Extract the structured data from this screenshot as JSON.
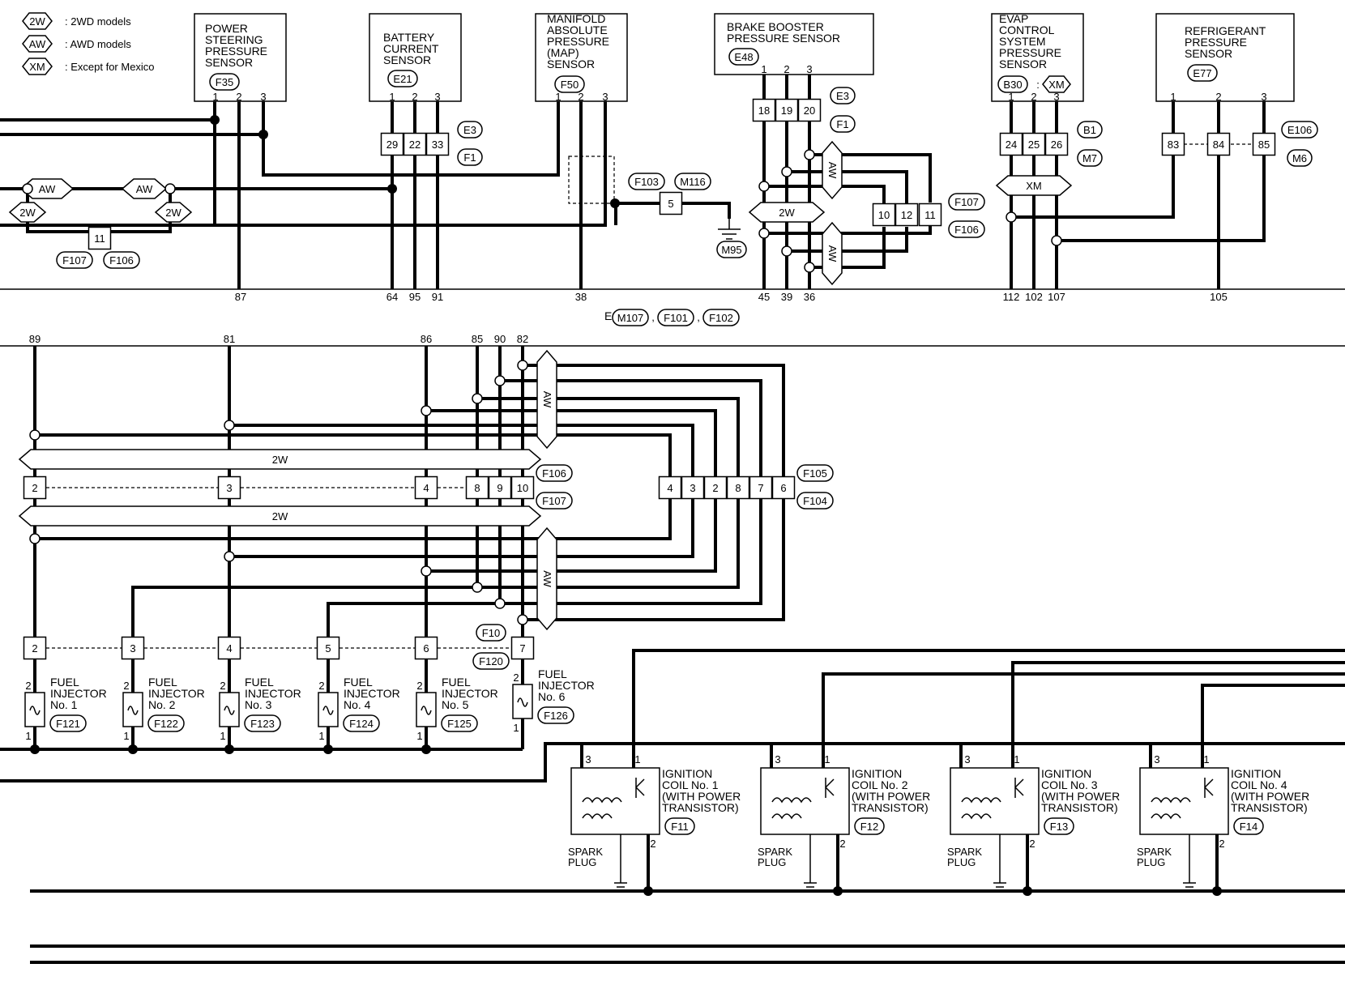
{
  "legend": [
    {
      "tag": "2W",
      "text": ": 2WD models"
    },
    {
      "tag": "AW",
      "text": ": AWD models"
    },
    {
      "tag": "XM",
      "text": ": Except for Mexico"
    }
  ],
  "sensors": {
    "ps": {
      "lines": [
        "POWER",
        "STEERING",
        "PRESSURE",
        "SENSOR"
      ],
      "conn": "F35",
      "pins": [
        "1",
        "2",
        "3"
      ]
    },
    "bc": {
      "lines": [
        "BATTERY",
        "CURRENT",
        "SENSOR"
      ],
      "conn": "E21",
      "pins": [
        "1",
        "2",
        "3"
      ]
    },
    "map": {
      "lines": [
        "MANIFOLD",
        "ABSOLUTE",
        "PRESSURE",
        "(MAP)",
        "SENSOR"
      ],
      "conn": "F50",
      "pins": [
        "1",
        "2",
        "3"
      ]
    },
    "bb": {
      "lines": [
        "BRAKE BOOSTER",
        "PRESSURE SENSOR"
      ],
      "conn": "E48",
      "pins": [
        "1",
        "2",
        "3"
      ]
    },
    "evap": {
      "lines": [
        "EVAP",
        "CONTROL",
        "SYSTEM",
        "PRESSURE",
        "SENSOR"
      ],
      "conn": "B30",
      "conn_tag": "XM",
      "pins": [
        "1",
        "2",
        "3"
      ]
    },
    "ref": {
      "lines": [
        "REFRIGERANT",
        "PRESSURE",
        "SENSOR"
      ],
      "conn": "E77",
      "pins": [
        "1",
        "2",
        "3"
      ]
    }
  },
  "connectors": {
    "E3": "E3",
    "F1": "F1",
    "F103": "F103",
    "M116": "M116",
    "M95": "M95",
    "F107": "F107",
    "F106": "F106",
    "B1": "B1",
    "M7": "M7",
    "E106": "E106",
    "M6": "M6",
    "F105": "F105",
    "F104": "F104",
    "F10": "F10",
    "F120": "F120"
  },
  "terminals": {
    "left11": "11",
    "bc": [
      "29",
      "22",
      "33"
    ],
    "gnd": "5",
    "bb": [
      "18",
      "19",
      "20"
    ],
    "bbjc": [
      "10",
      "12",
      "11"
    ],
    "evap": [
      "24",
      "25",
      "26"
    ],
    "ref": [
      "83",
      "84",
      "85"
    ],
    "upper": [
      "2",
      "3",
      "4",
      "8",
      "9",
      "10"
    ],
    "mid": [
      "4",
      "3",
      "2",
      "8",
      "7",
      "6"
    ],
    "lower": [
      "2",
      "3",
      "4",
      "5",
      "6",
      "7"
    ]
  },
  "ecm_pins_top": [
    "87",
    "64",
    "95",
    "91",
    "38",
    "45",
    "39",
    "36",
    "112",
    "102",
    "107",
    "105"
  ],
  "ecm_label": "ECM",
  "ecm_conns": [
    "M107",
    "F101",
    "F102"
  ],
  "ecm_pins_mid": [
    "89",
    "81",
    "86",
    "85",
    "90",
    "82"
  ],
  "tags": {
    "aw": "AW",
    "tw": "2W",
    "xm": "XM"
  },
  "injectors": [
    {
      "name": [
        "FUEL",
        "INJECTOR",
        "No. 1"
      ],
      "conn": "F121"
    },
    {
      "name": [
        "FUEL",
        "INJECTOR",
        "No. 2"
      ],
      "conn": "F122"
    },
    {
      "name": [
        "FUEL",
        "INJECTOR",
        "No. 3"
      ],
      "conn": "F123"
    },
    {
      "name": [
        "FUEL",
        "INJECTOR",
        "No. 4"
      ],
      "conn": "F124"
    },
    {
      "name": [
        "FUEL",
        "INJECTOR",
        "No. 5"
      ],
      "conn": "F125"
    },
    {
      "name": [
        "FUEL",
        "INJECTOR",
        "No. 6"
      ],
      "conn": "F126"
    }
  ],
  "inj_pins": [
    "2",
    "1"
  ],
  "coils": [
    {
      "name": [
        "IGNITION",
        "COIL No. 1",
        "(WITH POWER",
        "TRANSISTOR)"
      ],
      "conn": "F11"
    },
    {
      "name": [
        "IGNITION",
        "COIL No. 2",
        "(WITH POWER",
        "TRANSISTOR)"
      ],
      "conn": "F12"
    },
    {
      "name": [
        "IGNITION",
        "COIL No. 3",
        "(WITH POWER",
        "TRANSISTOR)"
      ],
      "conn": "F13"
    },
    {
      "name": [
        "IGNITION",
        "COIL No. 4",
        "(WITH POWER",
        "TRANSISTOR)"
      ],
      "conn": "F14"
    }
  ],
  "coil_pins": [
    "3",
    "1",
    "2"
  ],
  "spark_plug": [
    "SPARK",
    "PLUG"
  ]
}
